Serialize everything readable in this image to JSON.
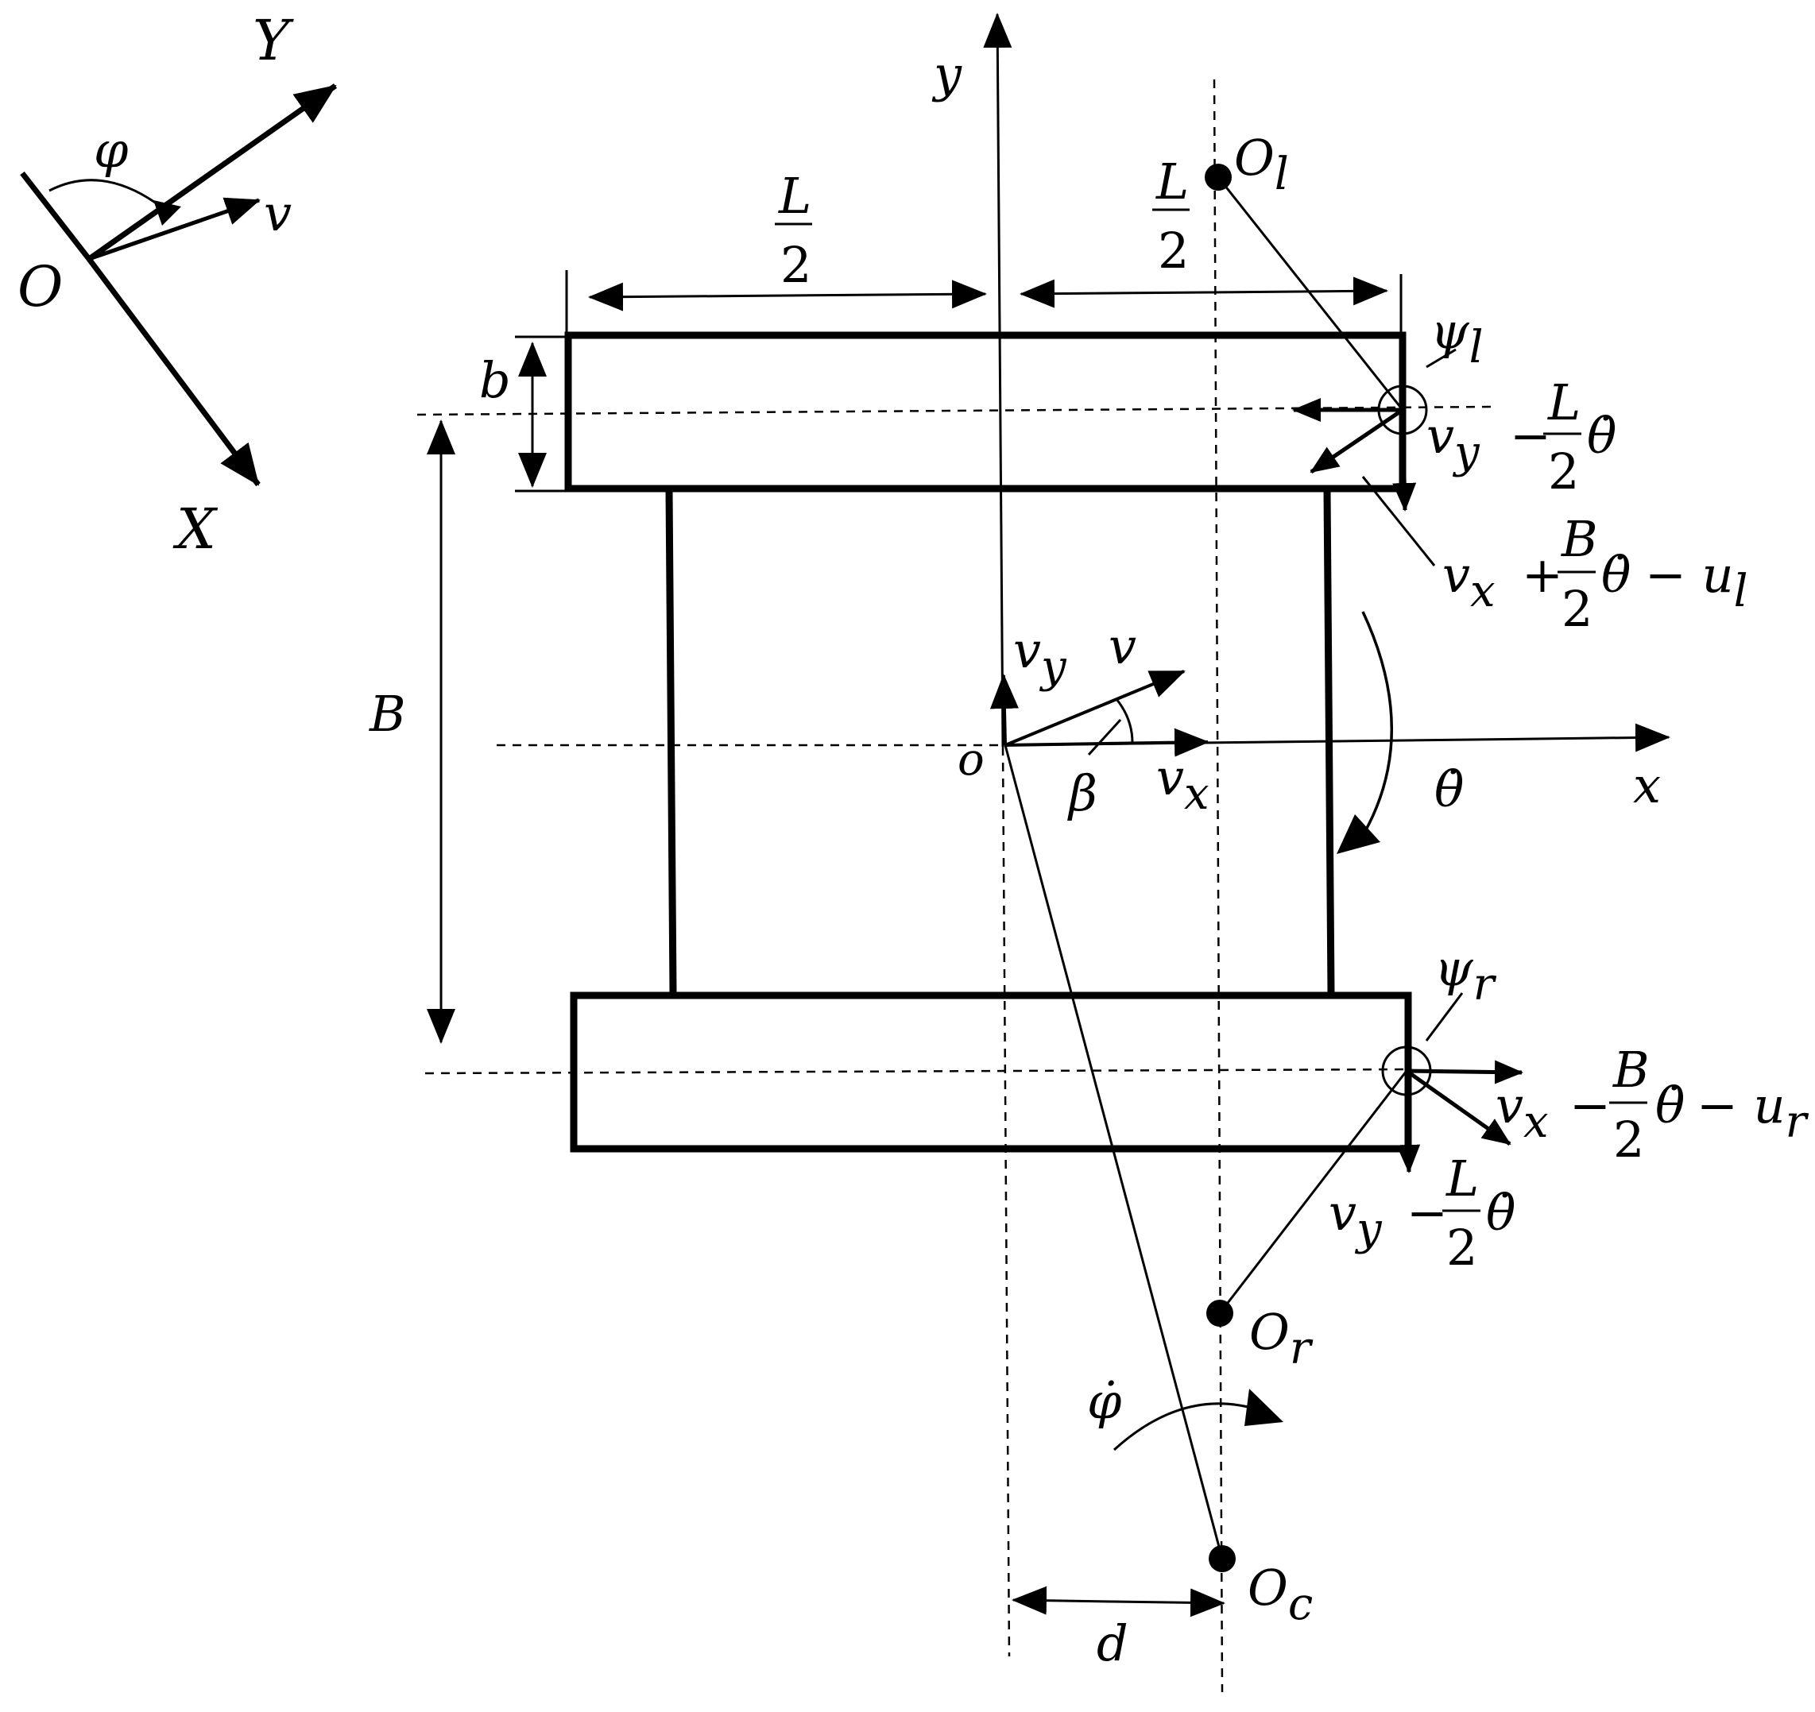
{
  "global_frame": {
    "origin": "O",
    "x_axis": "X",
    "y_axis": "Y",
    "angle": "φ",
    "velocity": "v"
  },
  "vehicle_frame": {
    "origin": "o",
    "x_axis": "x",
    "y_axis": "y",
    "velocity": "v",
    "vx": "v",
    "vx_sub": "x",
    "vy": "v",
    "vy_sub": "y",
    "slip_angle": "β",
    "yaw_rate": "θ̇"
  },
  "dimensions": {
    "track_length_num": "L",
    "track_length_den": "2",
    "track_width": "b",
    "tread": "B",
    "offset": "d"
  },
  "centers": {
    "left": "O",
    "left_sub": "l",
    "right": "O",
    "right_sub": "r",
    "center": "O",
    "center_sub": "c",
    "center_rate": "φ̇"
  },
  "left_track": {
    "angle": "ψ",
    "angle_sub": "l",
    "long_vel": {
      "v": "v",
      "sub": "x",
      "op": "+",
      "num": "B",
      "den": "2",
      "rate": "θ̇",
      "tail": "− u",
      "tail_sub": "l"
    },
    "lat_vel": {
      "v": "v",
      "sub": "y",
      "op": "−",
      "num": "L",
      "den": "2",
      "rate": "θ̇"
    }
  },
  "right_track": {
    "angle": "ψ",
    "angle_sub": "r",
    "long_vel": {
      "v": "v",
      "sub": "x",
      "op": "−",
      "num": "B",
      "den": "2",
      "rate": "θ̇",
      "tail": "− u",
      "tail_sub": "r"
    },
    "lat_vel": {
      "v": "v",
      "sub": "y",
      "op": "−",
      "num": "L",
      "den": "2",
      "rate": "θ̇"
    }
  }
}
